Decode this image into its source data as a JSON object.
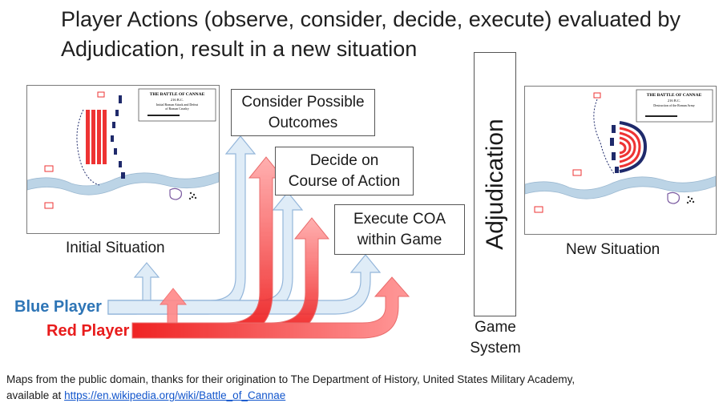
{
  "title": {
    "line1": "Player Actions (observe, consider, decide, execute) evaluated by",
    "line2": "Adjudication, result in a new situation"
  },
  "initial_map": {
    "caption": "Initial Situation",
    "legend_title": "THE BATTLE OF CANNAE",
    "legend_date": "216 B.C.",
    "legend_sub1": "Initial Roman Attack and Defeat",
    "legend_sub2": "of Roman Cavalry"
  },
  "new_map": {
    "caption": "New Situation",
    "legend_title": "THE BATTLE OF CANNAE",
    "legend_date": "216 B.C.",
    "legend_sub1": "Destruction of the Roman Army"
  },
  "boxes": {
    "consider": [
      "Consider Possible",
      "Outcomes"
    ],
    "decide": [
      "Decide on",
      "Course of Action"
    ],
    "execute": [
      "Execute COA",
      "within Game"
    ]
  },
  "adjudication": "Adjudication",
  "game_system": [
    "Game",
    "System"
  ],
  "players": {
    "blue": "Blue Player",
    "red": "Red Player"
  },
  "colors": {
    "blue_text": "#2e75b6",
    "red_text": "#e81c1c",
    "blue_arrow_fill": "#deebf7",
    "blue_arrow_stroke": "#8fb3d9",
    "red_arrow_fill": "#f23030",
    "river": "#bcd4e6",
    "roman": "#ee3333",
    "carthaginian": "#1f2a6b"
  },
  "credit": {
    "line1": "Maps from the public domain, thanks for their origination to The Department of History, United States Military Academy,",
    "line2_prefix": "available at",
    "link": "https://en.wikipedia.org/wiki/Battle_of_Cannae"
  }
}
